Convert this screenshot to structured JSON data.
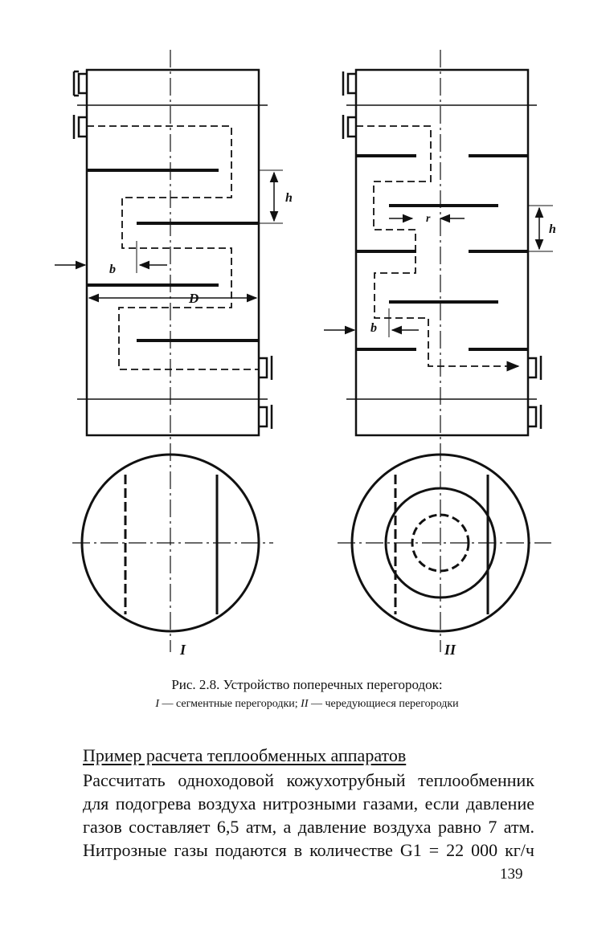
{
  "figure": {
    "labels": {
      "h": "h",
      "b": "b",
      "D": "D",
      "r": "r",
      "variant_1": "I",
      "variant_2": "II"
    }
  },
  "caption": {
    "title": "Рис. 2.8. Устройство поперечных перегородок:",
    "mark_1": "I",
    "text_1": " — сегментные перегородки; ",
    "mark_2": "II",
    "text_2": " — чередующиеся перегородки"
  },
  "section": {
    "heading": "Пример расчета теплообменных аппаратов",
    "lines": [
      "Рассчитать одноходовой кожухотрубный теплообменник",
      "для подогрева воздуха нитрозными газами, если давление",
      "газов составляет 6,5 атм, а давление воздуха равно 7 атм.",
      "Нитрозные газы подаются в количестве G1 = 22 000 кг/ч"
    ]
  },
  "page_number": "139"
}
